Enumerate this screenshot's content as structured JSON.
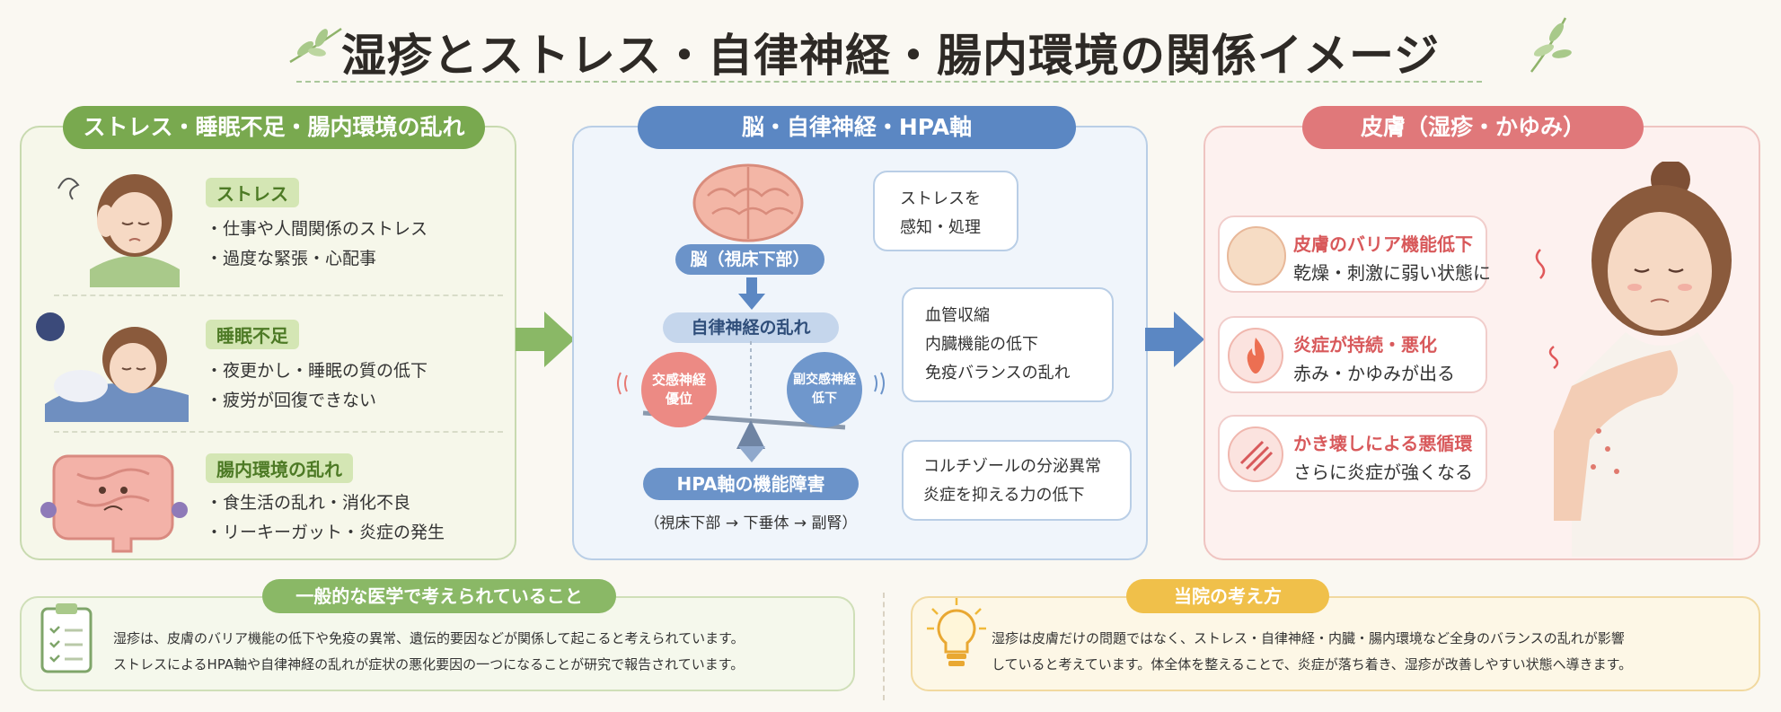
{
  "title": "湿疹とストレス・自律神経・腸内環境の関係イメージ",
  "left": {
    "header": "ストレス・睡眠不足・腸内環境の乱れ",
    "sections": [
      {
        "tag": "ストレス",
        "bullets": [
          "・仕事や人間関係のストレス",
          "・過度な緊張・心配事"
        ]
      },
      {
        "tag": "睡眠不足",
        "bullets": [
          "・夜更かし・睡眠の質の低下",
          "・疲労が回復できない"
        ]
      },
      {
        "tag": "腸内環境の乱れ",
        "bullets": [
          "・食生活の乱れ・消化不良",
          "・リーキーガット・炎症の発生"
        ]
      }
    ]
  },
  "mid": {
    "header": "脳・自律神経・HPA軸",
    "brain_label": "脳（視床下部）",
    "ans_label": "自律神経の乱れ",
    "sympathetic": [
      "交感神経",
      "優位"
    ],
    "parasympathetic": [
      "副交感神経",
      "低下"
    ],
    "hpa_label": "HPA軸の機能障害",
    "hpa_path": "（視床下部 → 下垂体 → 副腎）",
    "bubbles": [
      [
        "ストレスを",
        "感知・処理"
      ],
      [
        "血管収縮",
        "内臓機能の低下",
        "免疫バランスの乱れ"
      ],
      [
        "コルチゾールの分泌異常",
        "炎症を抑える力の低下"
      ]
    ]
  },
  "right": {
    "header": "皮膚（湿疹・かゆみ）",
    "items": [
      {
        "head": "皮膚のバリア機能低下",
        "body": "乾燥・刺激に弱い状態に"
      },
      {
        "head": "炎症が持続・悪化",
        "body": "赤み・かゆみが出る"
      },
      {
        "head": "かき壊しによる悪循環",
        "body": "さらに炎症が強くなる"
      }
    ]
  },
  "bottom": {
    "left_tag": "一般的な医学で考えられていること",
    "left_text": [
      "湿疹は、皮膚のバリア機能の低下や免疫の異常、遺伝的要因などが関係して起こると考えられています。",
      "ストレスによるHPA軸や自律神経の乱れが症状の悪化要因の一つになることが研究で報告されています。"
    ],
    "right_tag": "当院の考え方",
    "right_text": [
      "湿疹は皮膚だけの問題ではなく、ストレス・自律神経・内臓・腸内環境など全身のバランスの乱れが影響",
      "していると考えています。体全体を整えることで、炎症が落ち着き、湿疹が改善しやすい状態へ導きます。"
    ]
  },
  "colors": {
    "green": "#79a94f",
    "blue": "#5b87c3",
    "pink": "#e0787a",
    "yellow": "#f0c04a"
  }
}
